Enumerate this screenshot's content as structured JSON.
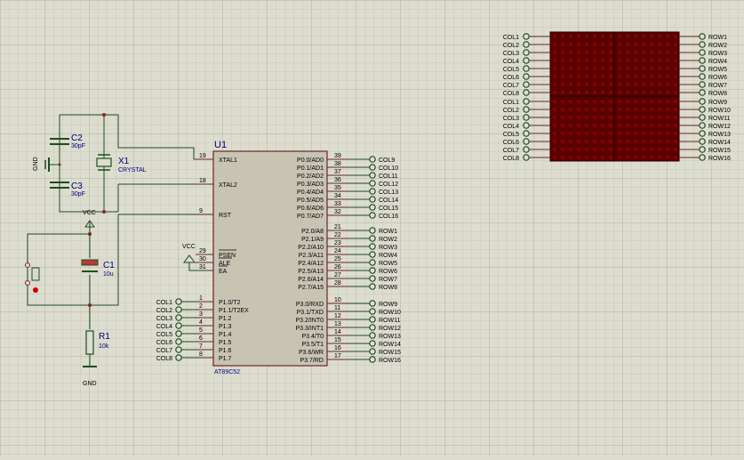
{
  "chip": {
    "ref": "U1",
    "part": "AT89C52",
    "left_pins": [
      {
        "num": "19",
        "name": "XTAL1"
      },
      {
        "num": "18",
        "name": "XTAL2"
      },
      {
        "num": "9",
        "name": "RST"
      },
      {
        "num": "29",
        "name": "PSEN"
      },
      {
        "num": "30",
        "name": "ALE"
      },
      {
        "num": "31",
        "name": "EA"
      },
      {
        "num": "1",
        "name": "P1.0/T2"
      },
      {
        "num": "2",
        "name": "P1.1/T2EX"
      },
      {
        "num": "3",
        "name": "P1.2"
      },
      {
        "num": "4",
        "name": "P1.3"
      },
      {
        "num": "5",
        "name": "P1.4"
      },
      {
        "num": "6",
        "name": "P1.5"
      },
      {
        "num": "7",
        "name": "P1.6"
      },
      {
        "num": "8",
        "name": "P1.7"
      }
    ],
    "right_pins": [
      {
        "num": "39",
        "name": "P0.0/AD0",
        "net": "COL9"
      },
      {
        "num": "38",
        "name": "P0.1/AD1",
        "net": "COL10"
      },
      {
        "num": "37",
        "name": "P0.2/AD2",
        "net": "COL11"
      },
      {
        "num": "36",
        "name": "P0.3/AD3",
        "net": "COL12"
      },
      {
        "num": "35",
        "name": "P0.4/AD4",
        "net": "COL13"
      },
      {
        "num": "34",
        "name": "P0.5/AD5",
        "net": "COL14"
      },
      {
        "num": "33",
        "name": "P0.6/AD6",
        "net": "COL15"
      },
      {
        "num": "32",
        "name": "P0.7/AD7",
        "net": "COL16"
      },
      {
        "num": "21",
        "name": "P2.0/A8",
        "net": "ROW1"
      },
      {
        "num": "22",
        "name": "P2.1/A9",
        "net": "ROW2"
      },
      {
        "num": "23",
        "name": "P2.2/A10",
        "net": "ROW3"
      },
      {
        "num": "24",
        "name": "P2.3/A11",
        "net": "ROW4"
      },
      {
        "num": "25",
        "name": "P2.4/A12",
        "net": "ROW5"
      },
      {
        "num": "26",
        "name": "P2.5/A13",
        "net": "ROW6"
      },
      {
        "num": "27",
        "name": "P2.6/A14",
        "net": "ROW7"
      },
      {
        "num": "28",
        "name": "P2.7/A15",
        "net": "ROW8"
      },
      {
        "num": "10",
        "name": "P3.0/RXD",
        "net": "ROW9"
      },
      {
        "num": "11",
        "name": "P3.1/TXD",
        "net": "ROW10"
      },
      {
        "num": "12",
        "name": "P3.2/INT0",
        "net": "ROW11"
      },
      {
        "num": "13",
        "name": "P3.3/INT1",
        "net": "ROW12"
      },
      {
        "num": "14",
        "name": "P3.4/T0",
        "net": "ROW13"
      },
      {
        "num": "15",
        "name": "P3.5/T1",
        "net": "ROW14"
      },
      {
        "num": "16",
        "name": "P3.6/WR",
        "net": "ROW15"
      },
      {
        "num": "17",
        "name": "P3.7/RD",
        "net": "ROW16"
      }
    ],
    "p1_nets": [
      "COL1",
      "COL2",
      "COL3",
      "COL4",
      "COL5",
      "COL6",
      "COL7",
      "COL8"
    ]
  },
  "parts": {
    "c2": {
      "ref": "C2",
      "value": "30pF"
    },
    "c3": {
      "ref": "C3",
      "value": "30pF"
    },
    "x1": {
      "ref": "X1",
      "value": "CRYSTAL"
    },
    "c1": {
      "ref": "C1",
      "value": "10u"
    },
    "r1": {
      "ref": "R1",
      "value": "10k"
    },
    "gnd_left": "GND",
    "gnd_bottom": "GND",
    "vcc_reset": "VCC",
    "vcc_ea": "VCC"
  },
  "matrix": {
    "left_labels": [
      "COL1",
      "COL2",
      "COL3",
      "COL4",
      "COL5",
      "COL6",
      "COL7",
      "COL8",
      "COL1",
      "COL2",
      "COL3",
      "COL4",
      "COL5",
      "COL6",
      "COL7",
      "COL8"
    ],
    "right_labels": [
      "ROW1",
      "ROW2",
      "ROW3",
      "ROW4",
      "ROW5",
      "ROW6",
      "ROW7",
      "ROW8",
      "ROW9",
      "ROW10",
      "ROW11",
      "ROW12",
      "ROW13",
      "ROW14",
      "ROW15",
      "ROW16"
    ],
    "led_color": "#8a0000",
    "body_color": "#5a0000"
  },
  "colors": {
    "background": "#dcdccf",
    "grid_minor": "#c9c9bb",
    "grid_major": "#b8b8a8",
    "wire": "#1f4d1f",
    "chip_fill": "#c8c4b4",
    "chip_border": "#6b2525",
    "pin_line": "#6b2525",
    "terminal": "#1f4d1f",
    "label": "#000080"
  }
}
